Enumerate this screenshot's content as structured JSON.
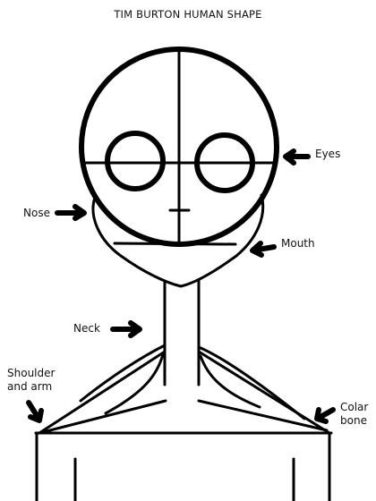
{
  "title": "TIM BURTON HUMAN SHAPE",
  "labels": {
    "eyes": "Eyes",
    "nose": "Nose",
    "mouth": "Mouth",
    "neck": "Neck",
    "shoulder_and_arm": "Shoulder\nand arm",
    "colar_bone": "Colar\nbone"
  },
  "colors": {
    "ink": "#000000",
    "background": "#ffffff"
  }
}
